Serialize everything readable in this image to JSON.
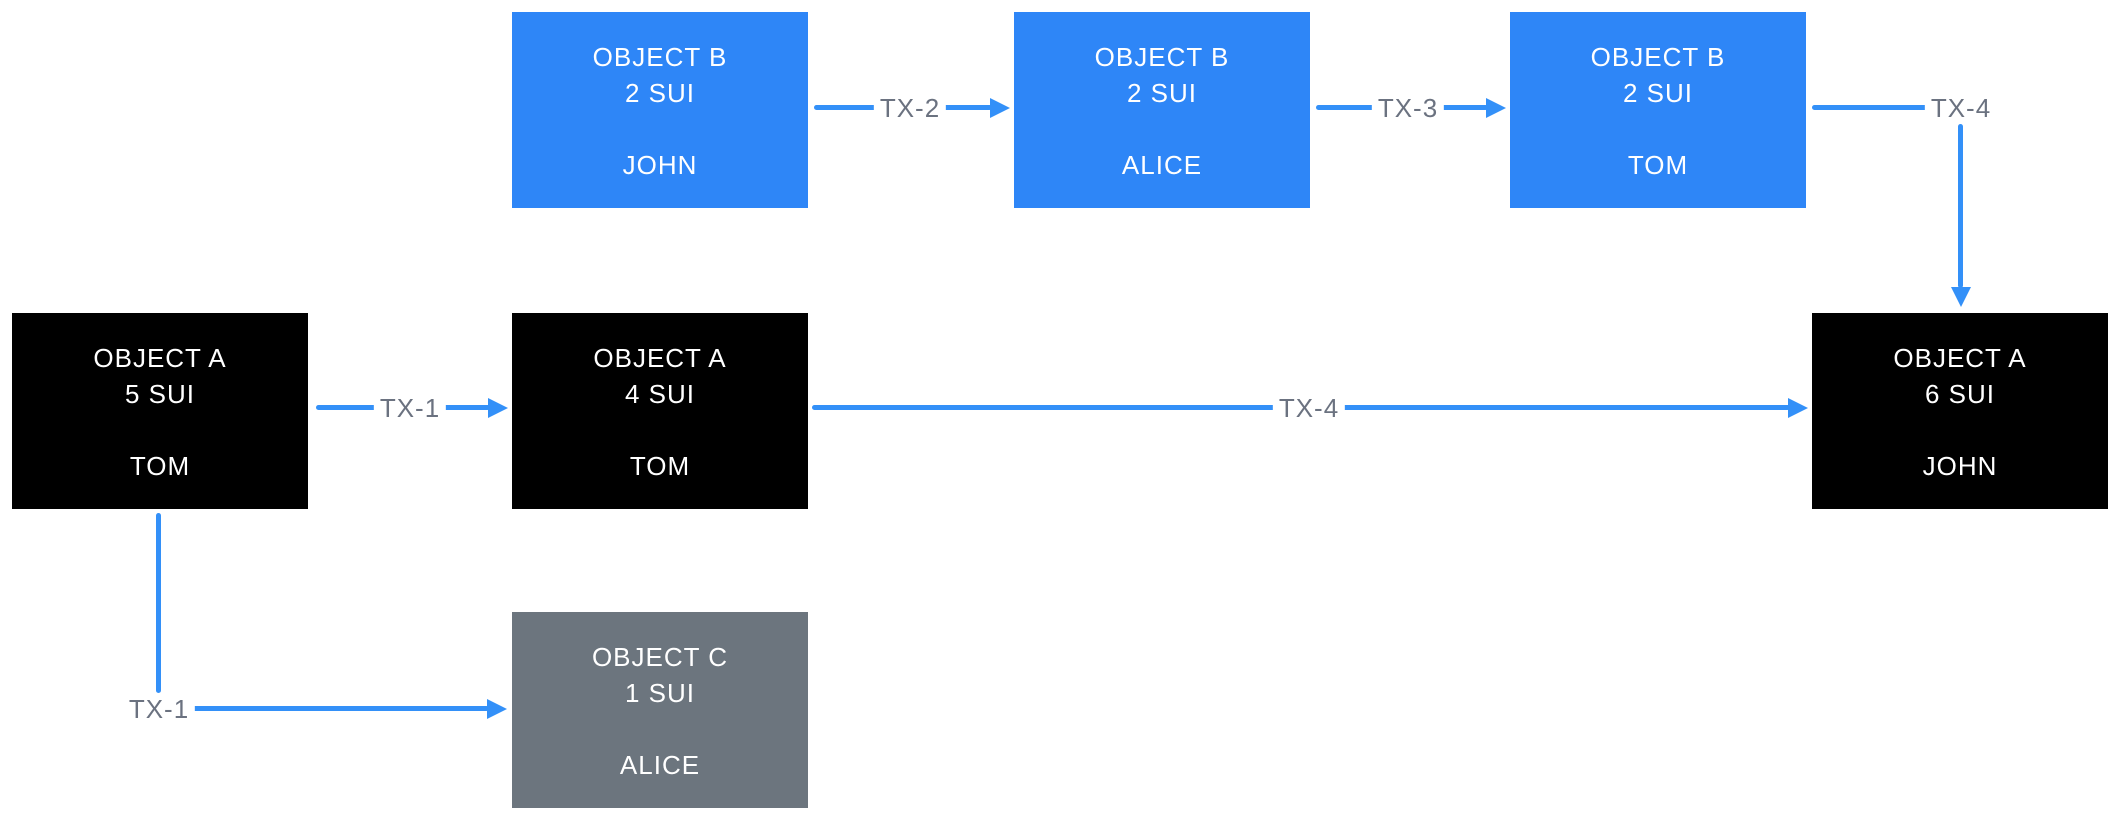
{
  "colors": {
    "background": "#ffffff",
    "box_blue": "#2e86f7",
    "box_black": "#000000",
    "box_gray": "#6c757e",
    "arrow_blue": "#3390f8",
    "label_gray": "#6b7280",
    "box_text": "#ffffff"
  },
  "boxes": [
    {
      "title": "OBJECT B",
      "amount": "2 SUI",
      "owner": "JOHN"
    },
    {
      "title": "OBJECT B",
      "amount": "2 SUI",
      "owner": "ALICE"
    },
    {
      "title": "OBJECT B",
      "amount": "2 SUI",
      "owner": "TOM"
    },
    {
      "title": "OBJECT A",
      "amount": "5 SUI",
      "owner": "TOM"
    },
    {
      "title": "OBJECT A",
      "amount": "4 SUI",
      "owner": "TOM"
    },
    {
      "title": "OBJECT A",
      "amount": "6 SUI",
      "owner": "JOHN"
    },
    {
      "title": "OBJECT C",
      "amount": "1 SUI",
      "owner": "ALICE"
    }
  ],
  "transactions": [
    {
      "label": "TX-1"
    },
    {
      "label": "TX-2"
    },
    {
      "label": "TX-3"
    },
    {
      "label": "TX-4"
    },
    {
      "label": "TX-4"
    },
    {
      "label": "TX-1"
    }
  ]
}
